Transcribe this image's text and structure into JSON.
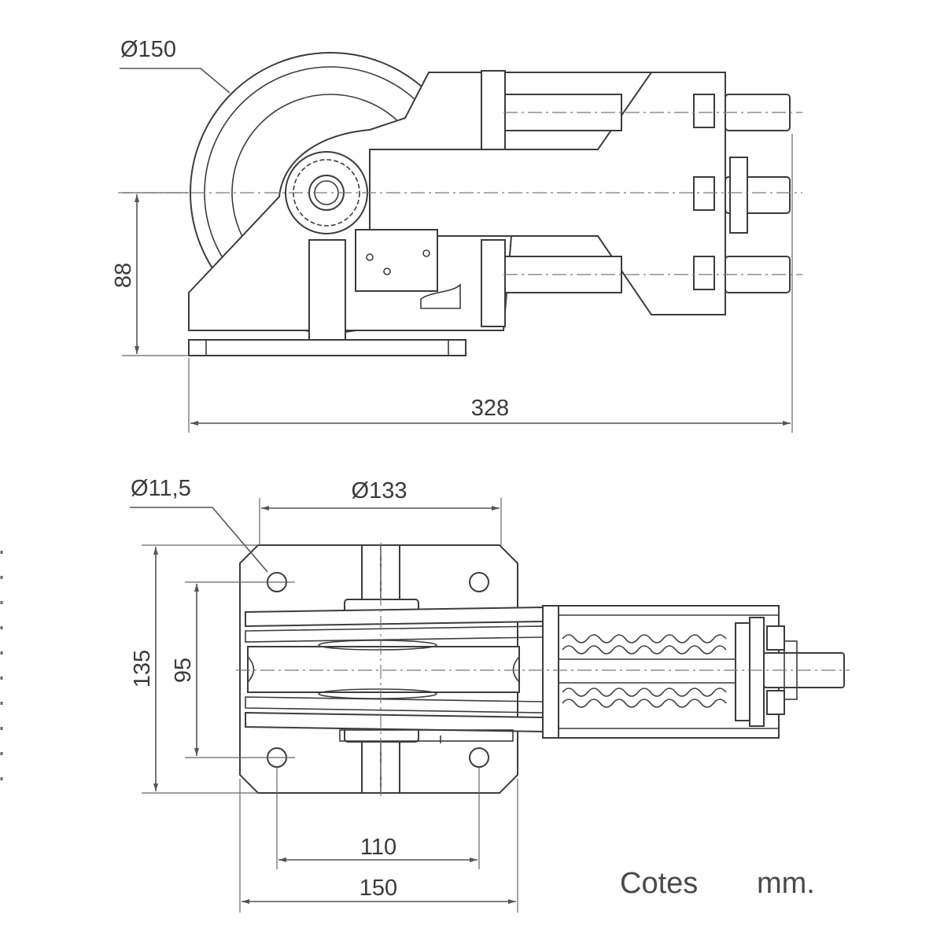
{
  "side_view": {
    "pulley_diameter_label": "Ø150",
    "height_label": "88",
    "length_label": "328"
  },
  "top_view": {
    "hole_diameter_label": "Ø11,5",
    "bolt_circle_label": "Ø133",
    "width_label": "135",
    "inner_width_label": "95",
    "hole_spacing_label": "110",
    "base_length_label": "150"
  },
  "note": {
    "cotes_label": "Cotes",
    "unit_label": "mm."
  }
}
